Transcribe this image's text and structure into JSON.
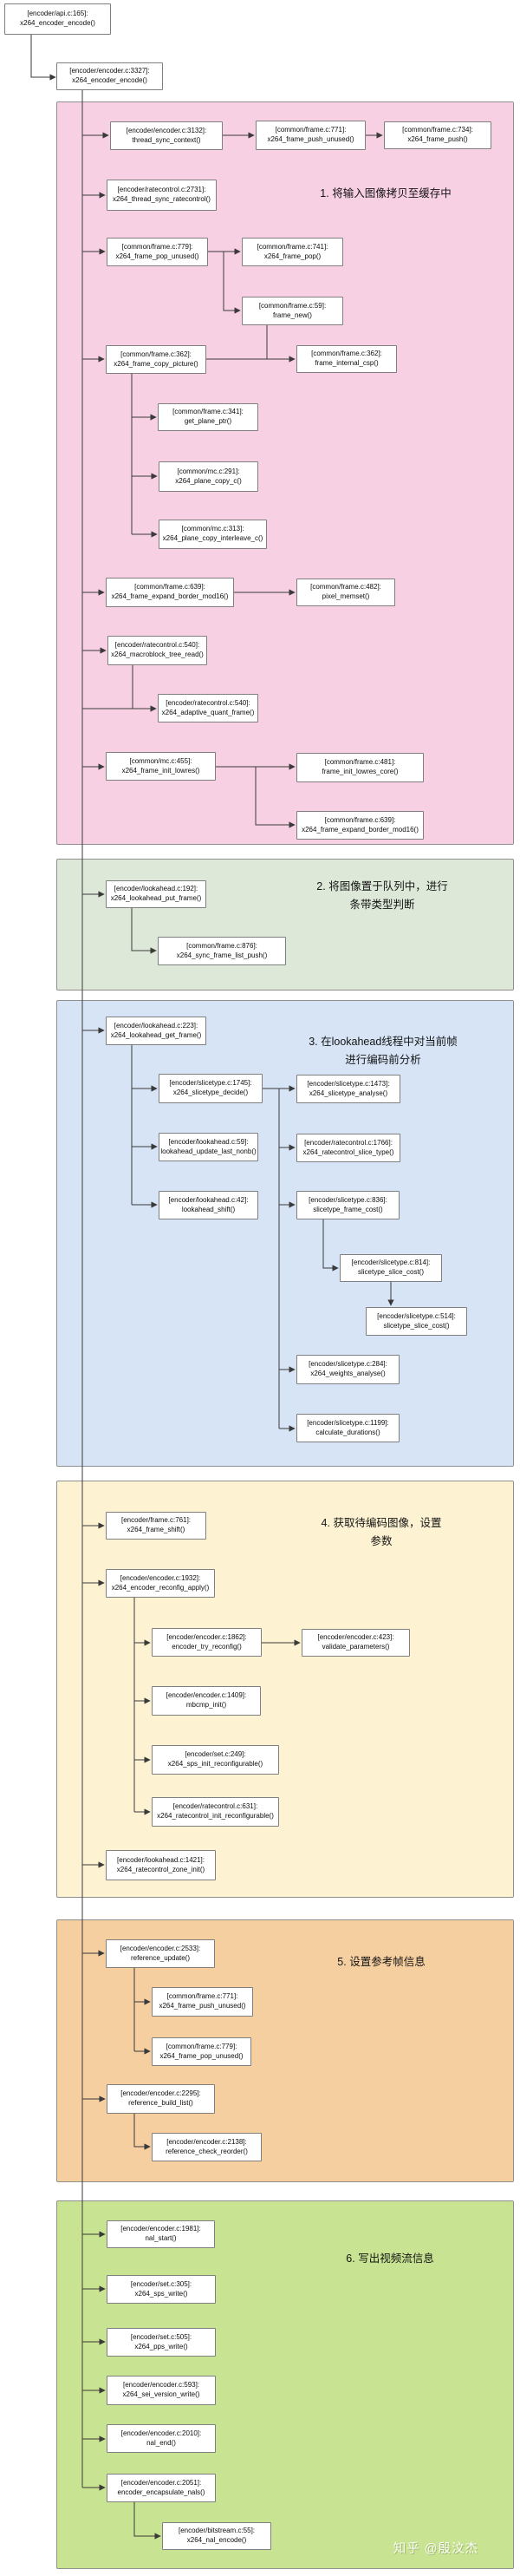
{
  "nodes": {
    "api_encode": {
      "loc": "[encoder/api.c:165]:",
      "fn": "x264_encoder_encode()"
    },
    "enc_encode": {
      "loc": "[encoder/encoder.c:3327]:",
      "fn": "x264_encoder_encode()"
    },
    "thread_sync_context": {
      "loc": "[encoder/encoder.c:3132]:",
      "fn": "thread_sync_context()"
    },
    "frame_push_unused_1": {
      "loc": "[common/frame.c:771]:",
      "fn": "x264_frame_push_unused()"
    },
    "frame_push": {
      "loc": "[common/frame.c:734]:",
      "fn": "x264_frame_push()"
    },
    "thread_sync_ratecontrol": {
      "loc": "[encoder/ratecontrol.c:2731]:",
      "fn": "x264_thread_sync_ratecontrol()"
    },
    "frame_pop_unused_1": {
      "loc": "[common/frame.c:779]:",
      "fn": "x264_frame_pop_unused()"
    },
    "frame_pop": {
      "loc": "[common/frame.c:741]:",
      "fn": "x264_frame_pop()"
    },
    "frame_new": {
      "loc": "[common/frame.c:59]:",
      "fn": "frame_new()"
    },
    "frame_copy_picture": {
      "loc": "[common/frame.c:362]:",
      "fn": "x264_frame_copy_picture()"
    },
    "frame_internal_csp": {
      "loc": "[common/frame.c:362]:",
      "fn": "frame_internal_csp()"
    },
    "get_plane_ptr": {
      "loc": "[common/frame.c:341]:",
      "fn": "get_plane_ptr()"
    },
    "plane_copy_c": {
      "loc": "[common/mc.c:291]:",
      "fn": "x264_plane_copy_c()"
    },
    "plane_copy_interleave_c": {
      "loc": "[common/mc.c:313]:",
      "fn": "x264_plane_copy_interleave_c()"
    },
    "frame_expand_border_mod16_1": {
      "loc": "[common/frame.c:639]:",
      "fn": "x264_frame_expand_border_mod16()"
    },
    "pixel_memset": {
      "loc": "[common/frame.c:482]:",
      "fn": "pixel_memset()"
    },
    "macroblock_tree_read": {
      "loc": "[encoder/ratecontrol.c:540]:",
      "fn": "x264_macroblock_tree_read()"
    },
    "adaptive_quant_frame": {
      "loc": "[encoder/ratecontrol.c:540]:",
      "fn": "x264_adaptive_quant_frame()"
    },
    "frame_init_lowres": {
      "loc": "[common/mc.c:455]:",
      "fn": "x264_frame_init_lowres()"
    },
    "frame_init_lowres_core": {
      "loc": "[common/frame.c:481]:",
      "fn": "frame_init_lowres_core()"
    },
    "frame_expand_border_mod16_2": {
      "loc": "[common/frame.c:639]:",
      "fn": "x264_frame_expand_border_mod16()"
    },
    "lookahead_put_frame": {
      "loc": "[encoder/lookahead.c:192]:",
      "fn": "x264_lookahead_put_frame()"
    },
    "sync_frame_list_push": {
      "loc": "[common/frame.c:876]:",
      "fn": "x264_sync_frame_list_push()"
    },
    "lookahead_get_frame": {
      "loc": "[encoder/lookahead.c:223]:",
      "fn": "x264_lookahead_get_frame()"
    },
    "slicetype_decide": {
      "loc": "[encoder/slicetype.c:1745]:",
      "fn": "x264_slicetype_decide()"
    },
    "slicetype_analyse": {
      "loc": "[encoder/slicetype.c:1473]:",
      "fn": "x264_slicetype_analyse()"
    },
    "lookahead_update_last_nonb": {
      "loc": "[encoder/lookahead.c:59]:",
      "fn": "lookahead_update_last_nonb()"
    },
    "ratecontrol_slice_type": {
      "loc": "[encoder/ratecontrol.c:1766]:",
      "fn": "x264_ratecontrol_slice_type()"
    },
    "lookahead_shift": {
      "loc": "[encoder/lookahead.c:42]:",
      "fn": "lookahead_shift()"
    },
    "slicetype_frame_cost": {
      "loc": "[encoder/slicetype.c:836]:",
      "fn": "slicetype_frame_cost()"
    },
    "slicetype_slice_cost_814": {
      "loc": "[encoder/slicetype.c:814]:",
      "fn": "slicetype_slice_cost()"
    },
    "slicetype_slice_cost_514": {
      "loc": "[encoder/slicetype.c:514]:",
      "fn": "slicetype_slice_cost()"
    },
    "weights_analyse": {
      "loc": "[encoder/slicetype.c:284]:",
      "fn": "x264_weights_analyse()"
    },
    "calculate_durations": {
      "loc": "[encoder/slicetype.c:1199]:",
      "fn": "calculate_durations()"
    },
    "frame_shift": {
      "loc": "[encoder/frame.c:761]:",
      "fn": "x264_frame_shift()"
    },
    "encoder_reconfig_apply": {
      "loc": "[encoder/encoder.c:1932]:",
      "fn": "x264_encoder_reconfig_apply()"
    },
    "encoder_try_reconfig": {
      "loc": "[encoder/encoder.c:1862]:",
      "fn": "encoder_try_reconfig()"
    },
    "validate_parameters": {
      "loc": "[encoder/encoder.c:423]:",
      "fn": "validate_parameters()"
    },
    "mbcmp_init": {
      "loc": "[encoder/encoder.c:1409]:",
      "fn": "mbcmp_init()"
    },
    "sps_init_reconfigurable": {
      "loc": "[encoder/set.c:249]:",
      "fn": "x264_sps_init_reconfigurable()"
    },
    "ratecontrol_init_reconfigurable": {
      "loc": "[encoder/ratecontrol.c:631]:",
      "fn": "x264_ratecontrol_init_reconfigurable()"
    },
    "ratecontrol_zone_init": {
      "loc": "[encoder/lookahead.c:1421]:",
      "fn": "x264_ratecontrol_zone_init()"
    },
    "reference_update": {
      "loc": "[encoder/encoder.c:2533]:",
      "fn": "reference_update()"
    },
    "frame_push_unused_2": {
      "loc": "[common/frame.c:771]:",
      "fn": "x264_frame_push_unused()"
    },
    "frame_pop_unused_2": {
      "loc": "[common/frame.c:779]:",
      "fn": "x264_frame_pop_unused()"
    },
    "reference_build_list": {
      "loc": "[encoder/encoder.c:2295]:",
      "fn": "reference_build_list()"
    },
    "reference_check_reorder": {
      "loc": "[encoder/encoder.c:2138]:",
      "fn": "reference_check_reorder()"
    },
    "nal_start": {
      "loc": "[encoder/encoder.c:1981]:",
      "fn": "nal_start()"
    },
    "sps_write": {
      "loc": "[encoder/set.c:305]:",
      "fn": "x264_sps_write()"
    },
    "pps_write": {
      "loc": "[encoder/set.c:505]:",
      "fn": "x264_pps_write()"
    },
    "sei_version_write": {
      "loc": "[encoder/encoder.c:593]:",
      "fn": "x264_sei_version_write()"
    },
    "nal_end": {
      "loc": "[encoder/encoder.c:2010]:",
      "fn": "nal_end()"
    },
    "encoder_encapsulate_nals": {
      "loc": "[encoder/encoder.c:2051]:",
      "fn": "encoder_encapsulate_nals()"
    },
    "nal_encode": {
      "loc": "[encoder/bitstream.c:55]:",
      "fn": "x264_nal_encode()"
    }
  },
  "sections": {
    "s1": {
      "note": "1. 将输入图像拷贝至缓存中",
      "color": "#f8d0e3"
    },
    "s2": {
      "note": "2. 将图像置于队列中，进行条带类型判断",
      "color": "#dde8d8"
    },
    "s3": {
      "note": "3. 在lookahead线程中对当前帧进行编码前分析",
      "color": "#d6e4f6"
    },
    "s4": {
      "note": "4. 获取待编码图像，设置参数",
      "color": "#fdf3d2"
    },
    "s5": {
      "note": "5. 设置参考帧信息",
      "color": "#f6cfa1"
    },
    "s6": {
      "note": "6. 写出视频流信息",
      "color": "#c8e392"
    }
  },
  "watermark": "知乎 @殷汶杰"
}
